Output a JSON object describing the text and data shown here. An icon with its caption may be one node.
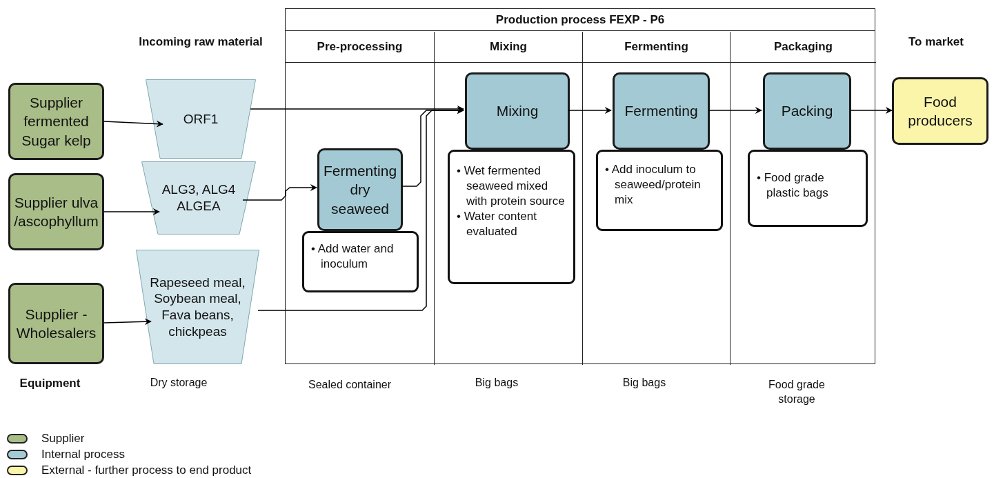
{
  "diagram": {
    "nodes": [
      {
        "text": [
          "Production process FEXP - P6"
        ]
      },
      {
        "text": [
          "Pre-processing"
        ],
        "in": 0
      },
      {
        "text": [
          "Mixing"
        ],
        "in": 0
      },
      {
        "text": [
          "Fermenting"
        ],
        "in": 0
      },
      {
        "text": [
          "Packaging"
        ],
        "in": 0
      },
      {
        "text": [
          "Supplier fermented Sugar kelp"
        ]
      },
      {
        "text": [
          "Supplier ulva /ascophyllum"
        ]
      },
      {
        "text": [
          "Supplier - Wholesalers"
        ]
      },
      {
        "text": [
          "ORF1"
        ]
      },
      {
        "text": [
          "ALG3, ALG4 ALGEA"
        ]
      },
      {
        "text": [
          "Rapeseed meal, Soybean meal, Fava beans, chickpeas"
        ]
      },
      {
        "text": [
          "Fermenting dry seaweed"
        ],
        "in": 1
      },
      {
        "text": [
          "• Add water and inoculum"
        ],
        "in": 1
      },
      {
        "text": [
          "Mixing"
        ],
        "in": 2
      },
      {
        "text": [
          "• Wet fermented seaweed mixed with protein source",
          "• Water content evaluated"
        ],
        "in": 2
      },
      {
        "text": [
          "Fermenting"
        ],
        "in": 3
      },
      {
        "text": [
          "• Add inoculum to seaweed/protein mix"
        ],
        "in": 3
      },
      {
        "text": [
          "Packing"
        ],
        "in": 4
      },
      {
        "text": [
          "• Food grade plastic bags"
        ],
        "in": 4
      },
      {
        "text": [
          "Food producers"
        ]
      }
    ],
    "edges": [
      {
        "from": 5,
        "to": 8,
        "arrow": "to"
      },
      {
        "from": 6,
        "to": 9,
        "arrow": "to"
      },
      {
        "from": 7,
        "to": 10,
        "arrow": "to"
      },
      {
        "from": 8,
        "to": 13,
        "arrow": "to"
      },
      {
        "from": 9,
        "to": 11,
        "arrow": "to"
      },
      {
        "from": 11,
        "to": 13,
        "arrow": "to"
      },
      {
        "from": 10,
        "to": 13,
        "arrow": "to"
      },
      {
        "from": 13,
        "to": 15,
        "arrow": "to"
      },
      {
        "from": 15,
        "to": 17,
        "arrow": "to"
      },
      {
        "from": 17,
        "to": 19,
        "arrow": "to"
      }
    ],
    "labels": [
      "Incoming raw material",
      "To market",
      "Equipment",
      "Dry storage",
      "Sealed container",
      "Big bags",
      "Big bags",
      "Food grade storage"
    ],
    "legend": [
      {
        "text": "Supplier",
        "color": "#a9bd88"
      },
      {
        "text": "Internal process",
        "color": "#a3cad4"
      },
      {
        "text": "External - further process to end product",
        "color": "#fbf5a9"
      }
    ]
  }
}
